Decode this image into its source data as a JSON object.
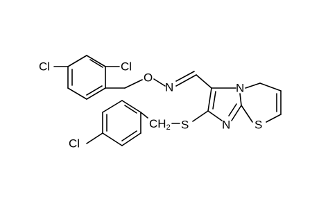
{
  "structure": {
    "atoms": {
      "cl_top_left": "Cl",
      "cl_top_right": "Cl",
      "oxygen": "O",
      "oxime_nitrogen": "N",
      "ring_nitrogen": "N",
      "imine_nitrogen": "N",
      "thio_sulfur": "S",
      "ring_sulfur": "S",
      "cl_bottom": "Cl",
      "ch2_group": "CH",
      "ch2_subscript": "2"
    },
    "colors": {
      "bond": "#000000",
      "text": "#000000",
      "background": "#ffffff"
    }
  }
}
